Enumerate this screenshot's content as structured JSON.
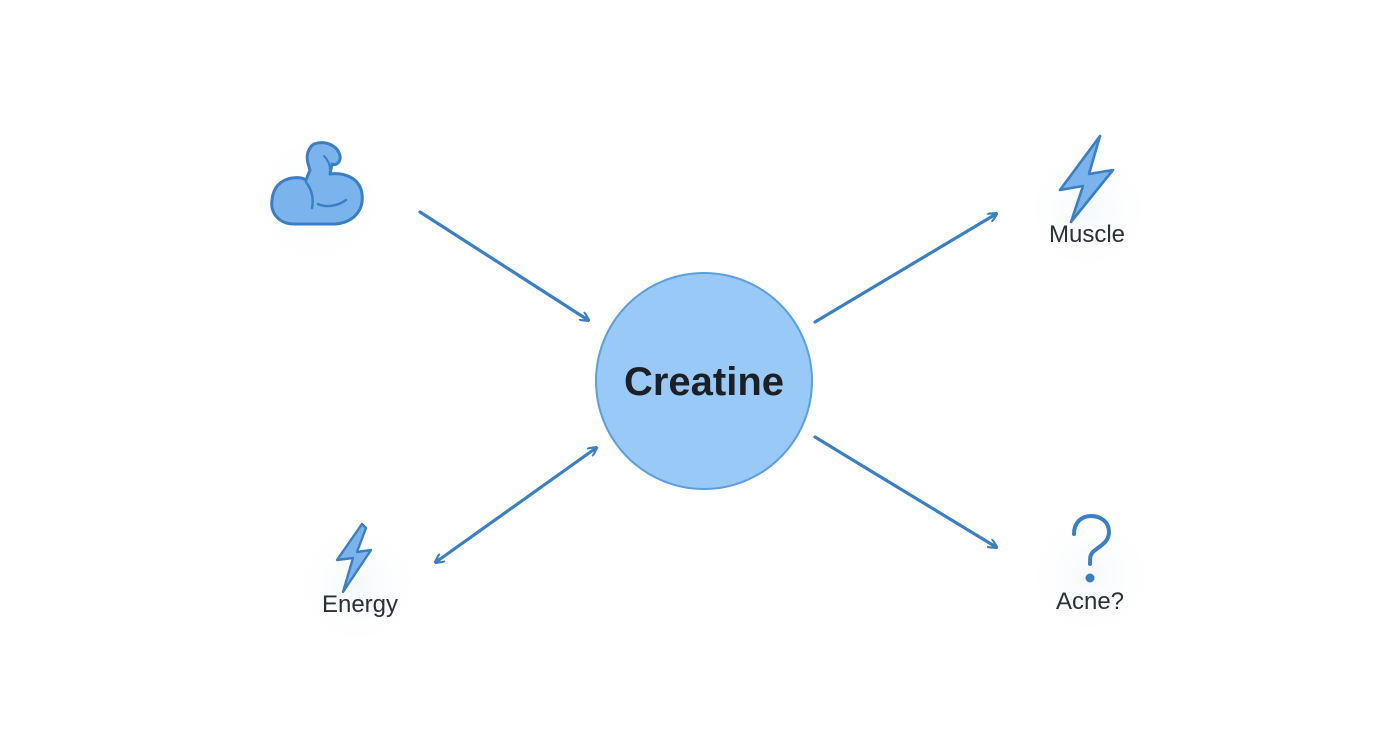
{
  "diagram": {
    "center": {
      "label": "Creatine"
    },
    "nodes": {
      "top_left": {
        "icon": "flexed-bicep-icon",
        "label": ""
      },
      "top_right": {
        "icon": "lightning-bolt-icon",
        "label": "Muscle"
      },
      "bottom_left": {
        "icon": "lightning-bolt-icon",
        "label": "Energy"
      },
      "bottom_right": {
        "icon": "question-mark-icon",
        "label": "Acne?"
      }
    },
    "colors": {
      "accent": "#3a7fc4",
      "circle_fill": "#99c9f6",
      "circle_stroke": "#5a9fe0",
      "icon_fill": "#7bb4ec",
      "text": "#2b2f36"
    }
  }
}
